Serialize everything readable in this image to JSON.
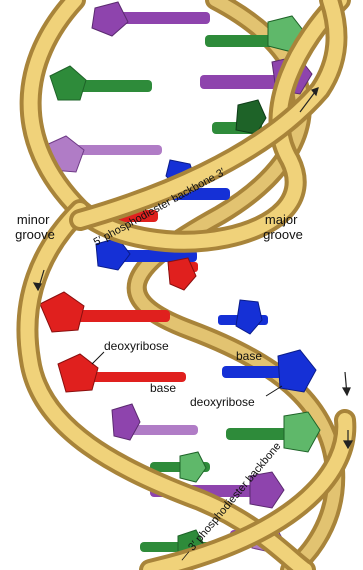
{
  "labels": {
    "minor_groove": [
      "minor",
      "groove"
    ],
    "major_groove": [
      "major",
      "groove"
    ],
    "backbone_top": "5′  phosphodiester backbone  3′",
    "backbone_bottom": "— 3′  phosphodiester backbone",
    "deoxyribose_left": "deoxyribose",
    "base_left": "base",
    "base_right": "base",
    "deoxyribose_right": "deoxyribose"
  },
  "colors": {
    "backbone": "#d9b65a",
    "backbone_shade": "#a8843a",
    "purple": "#8e44ad",
    "purple_light": "#b07cc6",
    "green": "#2e8b3a",
    "green_light": "#5fb86a",
    "blue": "#1530d6",
    "red": "#e0201e",
    "label": "#111111"
  }
}
